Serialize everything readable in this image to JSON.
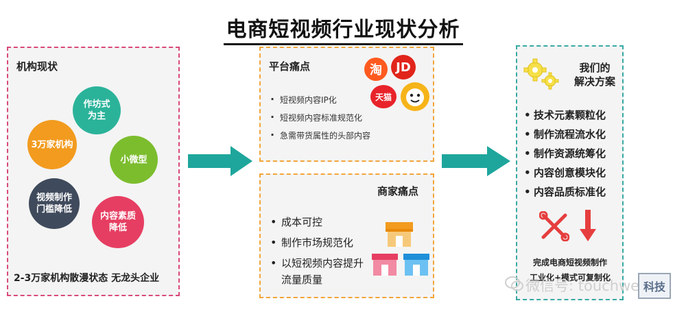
{
  "title": "电商短视频行业现状分析",
  "left_panel": {
    "title": "机构现状",
    "circles": [
      {
        "label": "作坊式\n为主",
        "color": "#2bb39a"
      },
      {
        "label": "3万家机构",
        "color": "#f29b1f"
      },
      {
        "label": "小微型",
        "color": "#7cbd2e"
      },
      {
        "label": "视频制作\n门槛降低",
        "color": "#3f4a5c"
      },
      {
        "label": "内容素质\n降低",
        "color": "#e63e62"
      }
    ],
    "footer": "2-3万家机构散漫状态 无龙头企业"
  },
  "platform_panel": {
    "title": "平台痛点",
    "logos": [
      {
        "name": "taobao-logo",
        "text": "淘",
        "color": "#ff5a1f"
      },
      {
        "name": "jd-logo",
        "text": "JD",
        "color": "#e1251b"
      },
      {
        "name": "tmall-logo",
        "text": "天猫",
        "color": "#e8232a"
      }
    ],
    "items": [
      "短视频内容IP化",
      "短视频内容标准规范化",
      "急需带货属性的头部内容"
    ]
  },
  "merchant_panel": {
    "title": "商家痛点",
    "items": [
      "成本可控",
      "制作市场规范化",
      "以短视频内容提升流量质量"
    ]
  },
  "solution_panel": {
    "title_line1": "我们的",
    "title_line2": "解决方案",
    "items": [
      "技术元素颗粒化",
      "制作流程流水化",
      "制作资源统筹化",
      "内容创意模块化",
      "内容品质标准化"
    ],
    "footer_line1": "完成电商短视频制作",
    "footer_line2": "工业化+模式可复制化"
  },
  "watermark": {
    "text": "微信号: touchweb",
    "stamp": "科技"
  },
  "colors": {
    "arrow": "#1ea69c",
    "left_border": "#d9487a",
    "middle_border": "#f2a53a",
    "right_border": "#37a9a3"
  }
}
